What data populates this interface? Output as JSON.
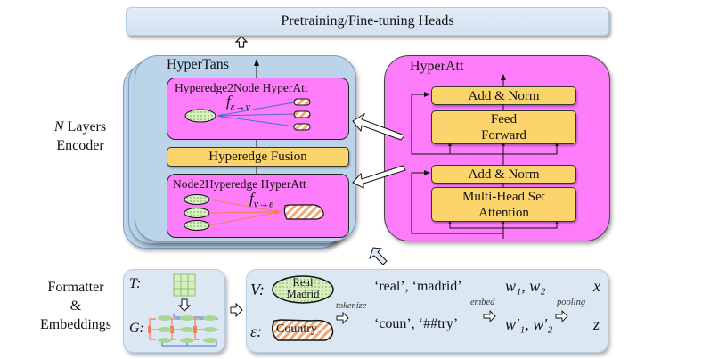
{
  "heads": {
    "label": "Pretraining/Fine-tuning Heads"
  },
  "left_labels": {
    "encoder_line1_italic": "N",
    "encoder_line1_rest": " Layers",
    "encoder_line2": "Encoder",
    "formatter_line1": "Formatter",
    "formatter_line2": "&",
    "formatter_line3": "Embeddings"
  },
  "hypertrans": {
    "title": "HyperTans",
    "h2n": {
      "title": "Hyperedge2Node HyperAtt",
      "func": "f",
      "func_sub": "ε→v"
    },
    "fusion": {
      "label": "Hyperedge Fusion"
    },
    "n2h": {
      "title": "Node2Hyperedge HyperAtt",
      "func": "f",
      "func_sub": "v→ε"
    }
  },
  "hyperatt": {
    "title": "HyperAtt",
    "add_norm_top": "Add & Norm",
    "feed_forward_line1": "Feed",
    "feed_forward_line2": "Forward",
    "add_norm_bottom": "Add & Norm",
    "mhsa_line1": "Multi-Head Set",
    "mhsa_line2": "Attention"
  },
  "formatter": {
    "table_symbol": "T:",
    "graph_symbol": "G:"
  },
  "embedding": {
    "node_symbol": "V:",
    "edge_symbol": "ε:",
    "node_label_line1": "Real",
    "node_label_line2": "Madrid",
    "edge_label": "Country",
    "tokenize_label": "tokenize",
    "node_tokens": "‘real’, ‘madrid’",
    "edge_tokens": "‘coun’, ‘##try’",
    "embed_label": "embed",
    "node_vectors": "w₁, w₂",
    "edge_vectors": "w′₁, w′₂",
    "pooling_label": "pooling",
    "node_output": "x",
    "edge_output": "z"
  },
  "colors": {
    "light_blue": "#dce7f4",
    "stack_blue": "#bcd4ea",
    "pink": "#fc7cfa",
    "yellow": "#fcd46c",
    "node_green": "#cfe8b0",
    "edge_orange": "#f0a878",
    "blue_line": "#4a6fd0",
    "orange_line": "#f08050"
  }
}
